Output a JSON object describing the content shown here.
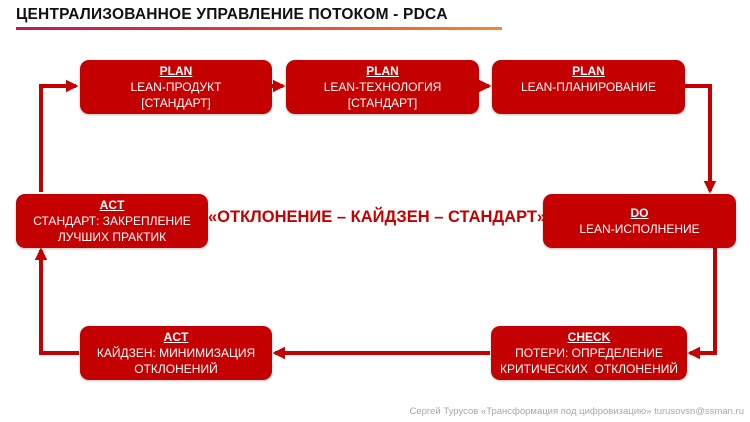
{
  "title": "ЦЕНТРАЛИЗОВАННОЕ УПРАВЛЕНИЕ ПОТОКОМ - PDCA",
  "center_text": "«ОТКЛОНЕНИЕ – КАЙДЗЕН – СТАНДАРТ»",
  "boxes": {
    "plan1": {
      "head": "PLAN",
      "line1": "LEAN-ПРОДУКТ",
      "line2": "[СТАНДАРТ]"
    },
    "plan2": {
      "head": "PLAN",
      "line1": "LEAN-ТЕХНОЛОГИЯ",
      "line2": "[СТАНДАРТ]"
    },
    "plan3": {
      "head": "PLAN",
      "line1": "LEAN-ПЛАНИРОВАНИЕ"
    },
    "do": {
      "head": "DO",
      "line1": "LEAN-ИСПОЛНЕНИЕ"
    },
    "check": {
      "head": "CHECK",
      "line1": "ПОТЕРИ: ОПРЕДЕЛЕНИЕ",
      "line2": "КРИТИЧЕСКИХ  ОТКЛОНЕНИЙ"
    },
    "act_bottom": {
      "head": "ACT",
      "line1": "КАЙДЗЕН: МИНИМИЗАЦИЯ",
      "line2": "ОТКЛОНЕНИЙ"
    },
    "act_left": {
      "head": "ACT",
      "line1": "СТАНДАРТ: ЗАКРЕПЛЕНИЕ",
      "line2": "ЛУЧШИХ ПРАКТИК"
    }
  },
  "footer": "Сергей Турусов «Трансформация под цифровизацию» turusovsn@ssman.ru",
  "colors": {
    "box": "#c40000",
    "arrow": "#c40000",
    "title_bar": [
      "#c2185b",
      "#e53935",
      "#f08a30"
    ]
  }
}
